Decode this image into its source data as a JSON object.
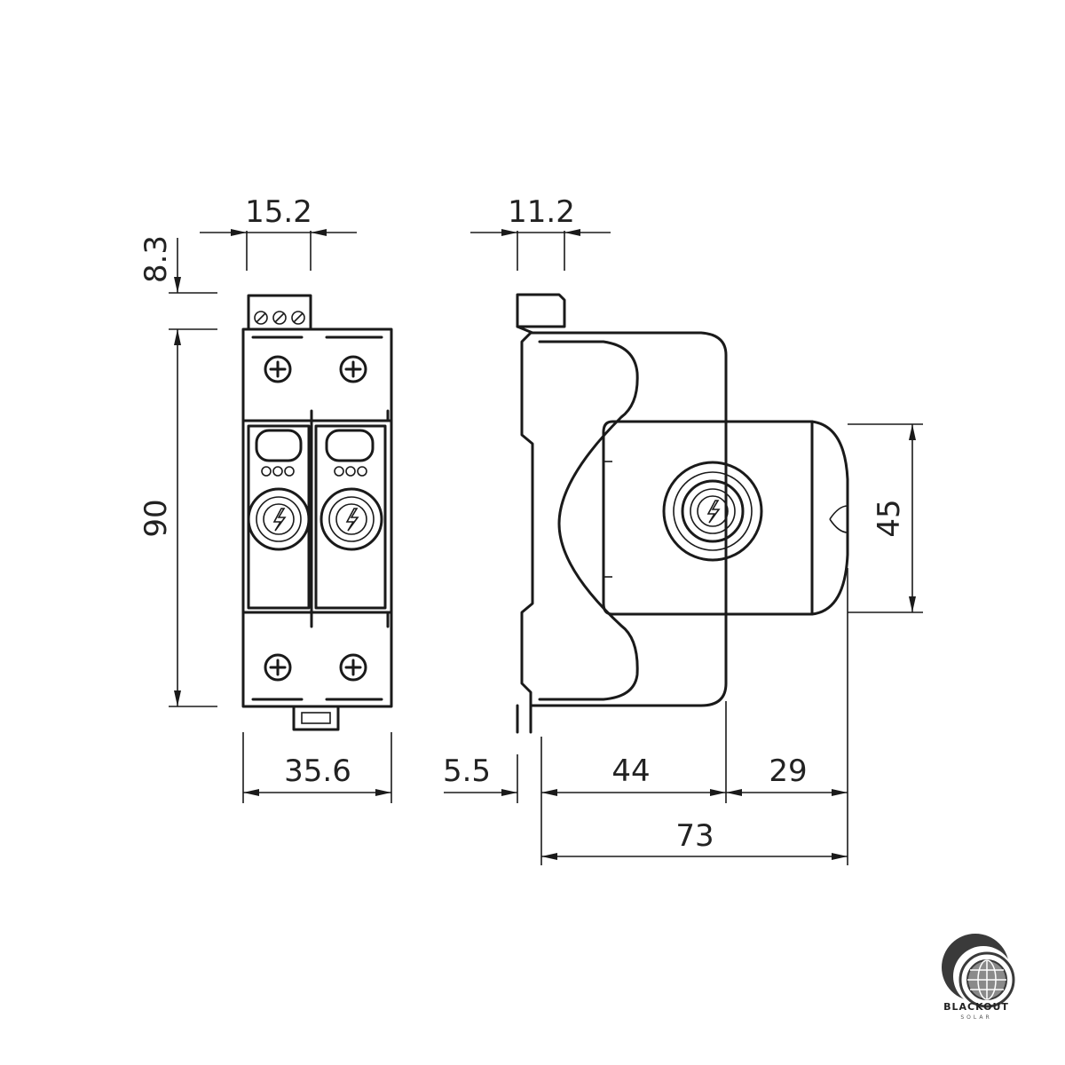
{
  "drawing": {
    "dimensions": {
      "front_terminal_width": "15.2",
      "front_terminal_height": "8.3",
      "front_height": "90",
      "front_width": "35.6",
      "side_clip_width": "11.2",
      "side_module_height": "45",
      "side_rail_offset": "5.5",
      "side_body_depth": "44",
      "side_module_depth": "29",
      "side_total_depth": "73"
    }
  },
  "logo": {
    "name": "BLACKOUT",
    "tagline": "SOLAR",
    "colors": {
      "dark": "#3a3a3a",
      "mid": "#8a8a8a"
    }
  }
}
